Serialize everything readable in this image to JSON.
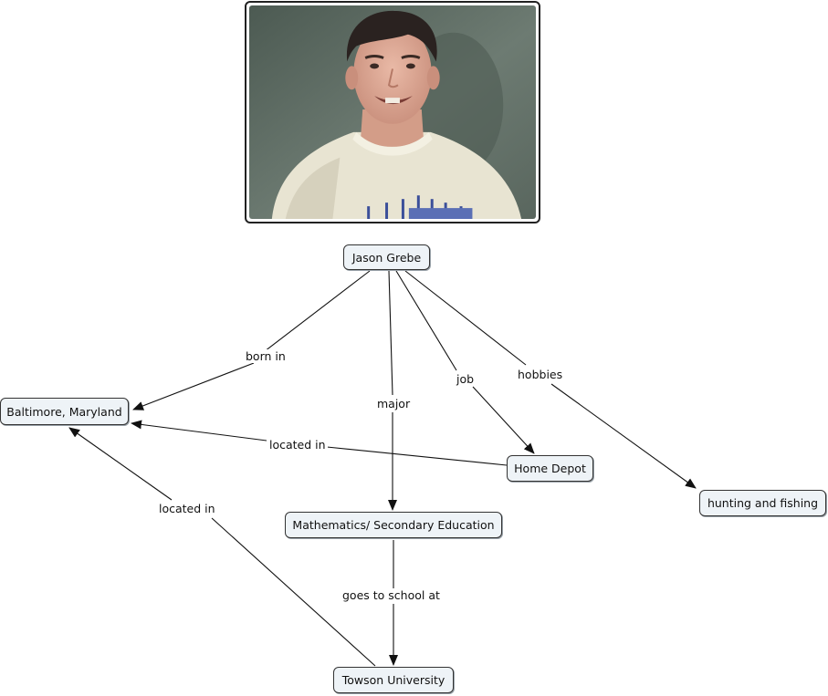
{
  "map": {
    "root": "Jason Grebe",
    "nodes": {
      "baltimore": "Baltimore, Maryland",
      "home_depot": "Home Depot",
      "hobbies_target": "hunting and fishing",
      "major_target": "Mathematics/ Secondary Education",
      "towson": "Towson University"
    },
    "links": {
      "born_in": "born in",
      "major": "major",
      "job": "job",
      "hobbies": "hobbies",
      "located_in_depot": "located in",
      "located_in_towson": "located in",
      "goes_to_school_at": "goes to school at"
    }
  },
  "colors": {
    "node_fill": "#eef3f7",
    "node_border": "#333333",
    "line": "#111111"
  }
}
